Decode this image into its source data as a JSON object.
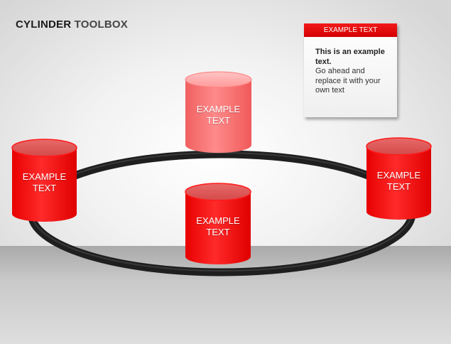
{
  "title": {
    "part1": "CYLINDER",
    "part2": "TOOLBOX"
  },
  "note": {
    "header": "EXAMPLE TEXT",
    "bold_text": "This is an example text.",
    "body_text": "Go ahead and replace it with your own text"
  },
  "cylinders": [
    {
      "line1": "EXAMPLE",
      "line2": "TEXT",
      "style": "light"
    },
    {
      "line1": "EXAMPLE",
      "line2": "TEXT",
      "style": "solid"
    },
    {
      "line1": "EXAMPLE",
      "line2": "TEXT",
      "style": "solid"
    },
    {
      "line1": "EXAMPLE",
      "line2": "TEXT",
      "style": "solid"
    }
  ],
  "colors": {
    "accent_red": "#ff0000",
    "light_red": "#ff6b6b",
    "ring": "#2b2b2b",
    "header_red": "#e00000"
  }
}
